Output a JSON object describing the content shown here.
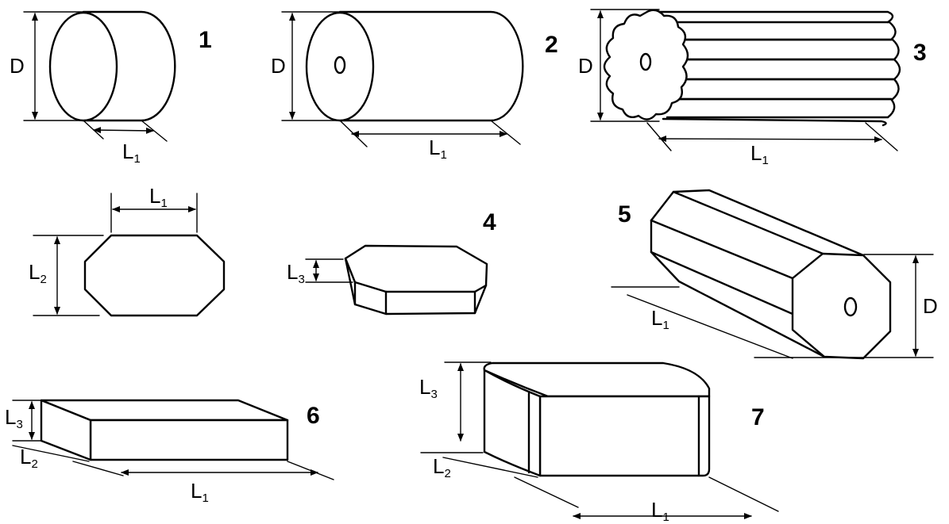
{
  "figures": [
    {
      "number": "1",
      "dims": [
        "D",
        "L1"
      ]
    },
    {
      "number": "2",
      "dims": [
        "D",
        "L1"
      ]
    },
    {
      "number": "3",
      "dims": [
        "D",
        "L1"
      ]
    },
    {
      "number": "4",
      "dims": [
        "L1",
        "L2",
        "L3"
      ]
    },
    {
      "number": "5",
      "dims": [
        "D",
        "L1"
      ]
    },
    {
      "number": "6",
      "dims": [
        "L1",
        "L2",
        "L3"
      ]
    },
    {
      "number": "7",
      "dims": [
        "L1",
        "L2",
        "L3"
      ]
    }
  ],
  "labels": {
    "D": "D",
    "L": "L",
    "sub1": "1",
    "sub2": "2",
    "sub3": "3"
  },
  "colors": {
    "line": "#000000",
    "background": "#ffffff"
  }
}
